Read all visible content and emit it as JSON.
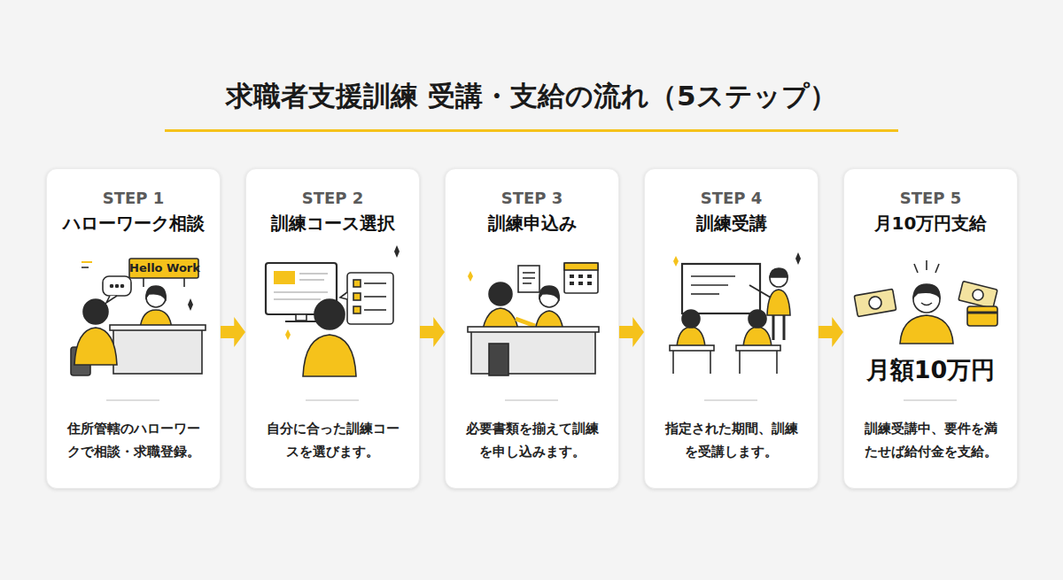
{
  "diagram": {
    "title": "求職者支援訓練 受講・支給の流れ（5ステップ）",
    "nodes": [
      {
        "text": [
          "STEP 1",
          "ハローワーク相談",
          "住所管轄のハローワークで相談・求職登録。"
        ]
      },
      {
        "text": [
          "STEP 2",
          "訓練コース選択",
          "自分に合った訓練コースを選びます。"
        ]
      },
      {
        "text": [
          "STEP 3",
          "訓練申込み",
          "必要書類を揃えて訓練を申し込みます。"
        ]
      },
      {
        "text": [
          "STEP 4",
          "訓練受講",
          "指定された期間、訓練を受講します。"
        ]
      },
      {
        "text": [
          "STEP 5",
          "月10万円支給",
          "月額10万円",
          "訓練受講中、要件を満たせば給付金を支給。"
        ]
      }
    ],
    "edges": [
      {
        "from": 0,
        "to": 1,
        "arrow": "to"
      },
      {
        "from": 1,
        "to": 2,
        "arrow": "to"
      },
      {
        "from": 2,
        "to": 3,
        "arrow": "to"
      },
      {
        "from": 3,
        "to": 4,
        "arrow": "to"
      }
    ],
    "labels": [
      "Hello Work"
    ]
  }
}
